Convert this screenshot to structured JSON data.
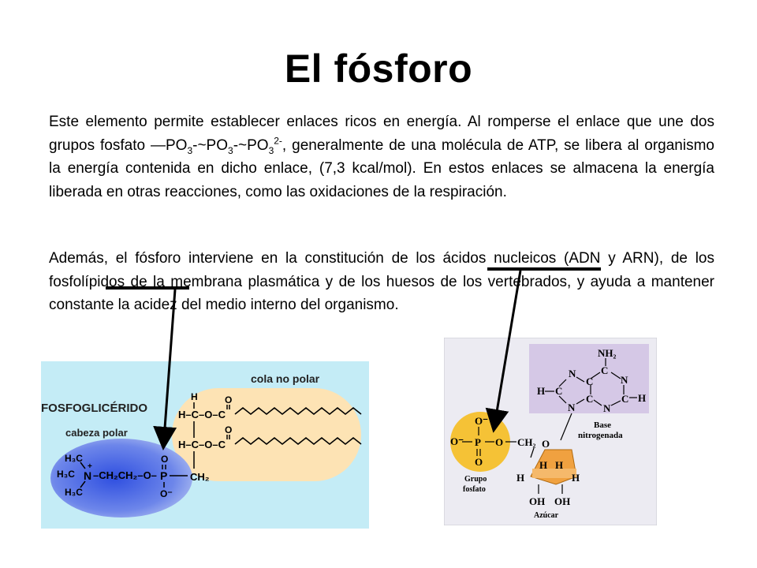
{
  "title": "El fósforo",
  "paragraph1": {
    "part1": "Este elemento permite establecer enlaces ricos en energía. Al romperse el enlace que une dos grupos fosfato —PO",
    "sub1": "3",
    "part2": "-~PO",
    "sub2": "3",
    "part3": "-~PO",
    "sub3": "3",
    "sup3": "2-",
    "part4": ", generalmente de una molécula de ATP, se libera al organismo la energía contenida en dicho enlace, (7,3 kcal/mol). En estos enlaces se almacena la energía liberada en otras reacciones, como las oxidaciones de la respiración."
  },
  "paragraph2": {
    "part1": "Además, el fósforo interviene en la constitución de los ",
    "highlight1": "ácidos nucleicos",
    "part2": " (ADN y ARN), de los ",
    "highlight2": "fosfolípidos",
    "part3": " de la membrana plasmática y de los huesos de los vertebrados, y ayuda a mantener constante la acidez del medio interno del organismo."
  },
  "fosfolipido": {
    "title": "FOSFOGLICÉRIDO",
    "cola_label": "cola no polar",
    "cabeza_label": "cabeza polar",
    "glycerol": {
      "h_top": "H",
      "c1": "H–C–O–C",
      "c2": "H–C–O–C",
      "c3": "CH₂",
      "o": "O"
    },
    "head": {
      "h3c_top": "H₃C",
      "h3c_mid": "H₃C",
      "h3c_bot": "H₃C",
      "n": "N",
      "n_charge": "+",
      "chain": "–CH₂CH₂–O–",
      "p": "P",
      "o_top": "O",
      "o_bot": "O⁻"
    }
  },
  "nucleotido": {
    "base_label_1": "Base",
    "base_label_2": "nitrogenada",
    "phosphate_label_1": "Grupo",
    "phosphate_label_2": "fosfato",
    "sugar_label": "Azúcar",
    "atoms": {
      "nh2": "NH₂",
      "n": "N",
      "c": "C",
      "h": "H",
      "o": "O",
      "p": "P",
      "o_minus": "O⁻",
      "ch2": "CH₂",
      "oh": "OH"
    }
  },
  "colors": {
    "arrow": "#000000",
    "fosfolipido_bg": "#c4ecf6",
    "tail_bg": "#fde3b4",
    "head_blue": "#3f62e0",
    "nucleotide_bg": "#ecebf2",
    "base_bg": "#d5c8e6",
    "phosphate_yellow": "#f5c236",
    "sugar_orange": "#f0a140"
  }
}
